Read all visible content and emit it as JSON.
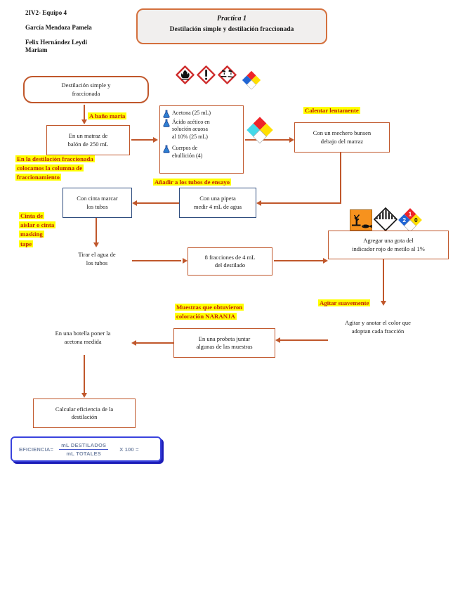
{
  "header": {
    "team": "2IV2- Equipo 4",
    "member1": "García Mendoza Pamela",
    "member2": "Felix Hernández Leydi\nMariam"
  },
  "title": {
    "line1": "Practica 1",
    "line2": "Destilación simple y destilación fraccionada"
  },
  "hazard_icons": {
    "ghs": [
      "flammable",
      "irritant-exclamation",
      "corrosive"
    ],
    "nfpa_small": "nfpa-704-diamond",
    "nfpa_mid": "nfpa-704-diamond-cyan",
    "nfpa_large": {
      "flammability": "1",
      "health": "2",
      "instability": "0"
    },
    "environment": "environmental-hazard-dead-tree-fish",
    "class9": "striped-hazard-diamond"
  },
  "nodes": {
    "start": "Destilación simple y\nfraccionada",
    "matraz": "En un matraz de\nbalón de 250 mL",
    "reagents": {
      "item1": "Acetona (25 mL)",
      "item2": "Ácido acético en\nsolución acuosa\nal 10% (25 mL)",
      "item3": "Cuerpos de\nebullición (4)"
    },
    "mechero": "Con un mechero bunsen\ndebajo del matraz",
    "pipeta": "Con una pipeta\nmedir 4 mL de agua",
    "cinta": "Con cinta marcar\nlos tubos",
    "tirar": "Tirar el agua de\nlos tubos",
    "fracciones": "8 fracciones de 4 mL\ndel destilado",
    "agregar": "Agregar una gota del\nindicador rojo de metilo al 1%",
    "agitar_anotar": "Agitar y anotar el color que\nadoptan cada fracción",
    "probeta": "En una probeta juntar\nalgunas de las muestras",
    "botella": "En una botella poner la\nacetona medida",
    "calcular": "Calcular eficiencia de la\ndestilación"
  },
  "highlights": {
    "bano_maria": "A baño maría",
    "calentar": "Calentar lentamente",
    "anadir": "Añadir a los tubos de ensayo",
    "fraccionada_note": "En la destilación fraccionada\ncolocamos la columna de\nfraccionamiento",
    "cinta_note": "Cinta de\naislar o cinta\nmasking\ntape",
    "agitar_suave": "Agitar suavemente",
    "muestras": "Muestras que obtuvieron\ncoloración NARANJA"
  },
  "formula": {
    "label": "EFICIENCIA=",
    "numerator": "mL DESTILADOS",
    "denominator": "mL TOTALES",
    "suffix": "X 100 ="
  },
  "colors": {
    "flow_orange": "#c0572b",
    "box_blue": "#2f4d7f",
    "highlight_yellow": "#ffff00",
    "highlight_red": "#c42108",
    "title_box_bg": "#f1efee",
    "ghs_red": "#cf2f2f",
    "nfpa_red": "#ee2429",
    "nfpa_blue": "#2065d4",
    "nfpa_cyan": "#45d8e8",
    "nfpa_yellow": "#ffdf00",
    "env_orange": "#f6921e",
    "formula_border": "#3a43dd",
    "formula_shadow": "#1d1db8",
    "formula_text": "#7a8aa8"
  }
}
